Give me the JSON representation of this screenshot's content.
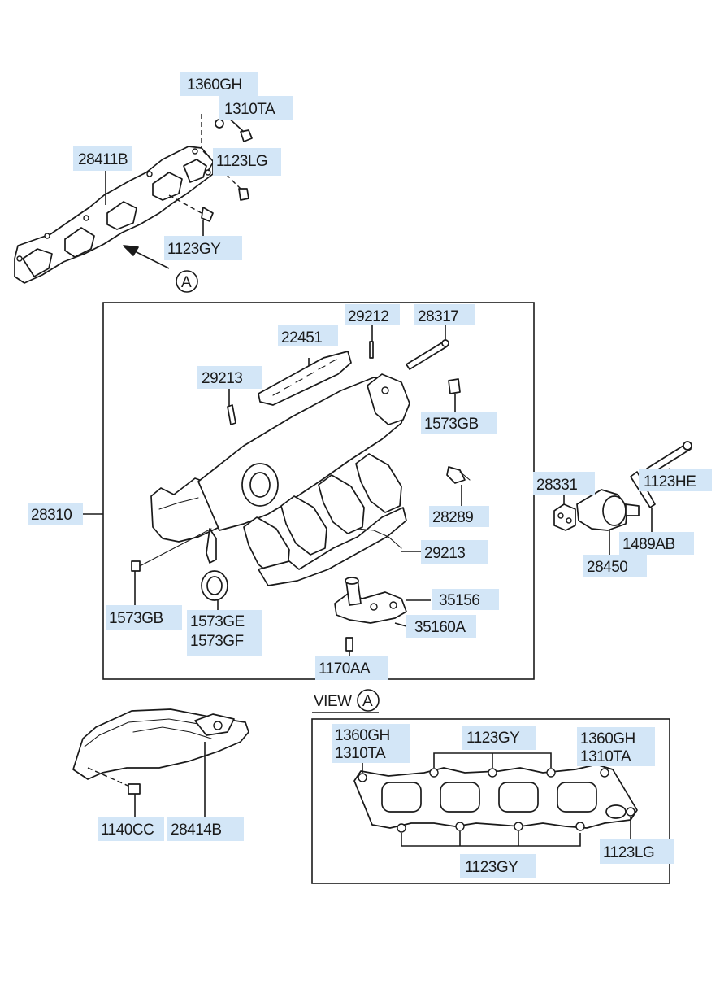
{
  "callouts": {
    "p1360GH_top": "1360GH",
    "p1310TA_top": "1310TA",
    "p28411B": "28411B",
    "p1123LG_top": "1123LG",
    "p1123GY_top": "1123GY",
    "view_marker_top": "A",
    "p29212": "29212",
    "p28317": "28317",
    "p22451": "22451",
    "p29213_a": "29213",
    "p1573GB_right": "1573GB",
    "p28310": "28310",
    "p28289": "28289",
    "p29213_b": "29213",
    "p35156": "35156",
    "p35160A": "35160A",
    "p1573GB_left": "1573GB",
    "p1573GE": "1573GE",
    "p1573GF": "1573GF",
    "p1170AA": "1170AA",
    "p28331": "28331",
    "p1123HE": "1123HE",
    "p1489AB": "1489AB",
    "p28450": "28450",
    "view_label": "VIEW",
    "view_marker": "A",
    "p1140CC": "1140CC",
    "p28414B": "28414B",
    "v_1360GH_left": "1360GH",
    "v_1310TA_left": "1310TA",
    "v_1123GY_top": "1123GY",
    "v_1360GH_right": "1360GH",
    "v_1310TA_right": "1310TA",
    "v_1123GY_bottom": "1123GY",
    "v_1123LG": "1123LG"
  },
  "colors": {
    "label_highlight": "#d3e6f7",
    "line": "#1a1a1a",
    "background": "#ffffff"
  }
}
